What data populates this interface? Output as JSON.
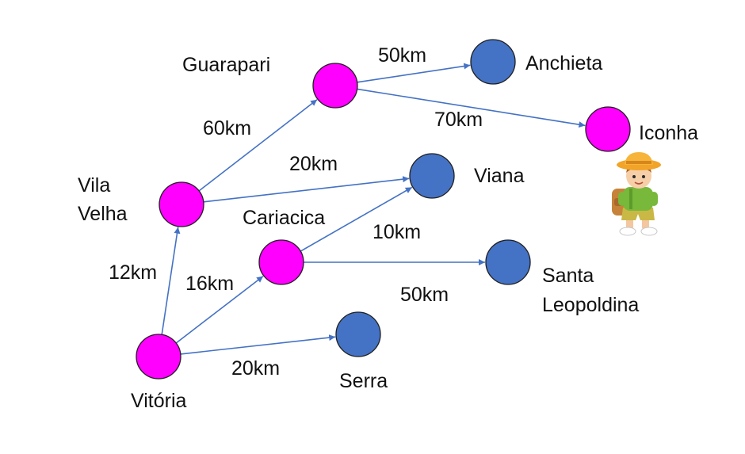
{
  "colors": {
    "visited": "#FF00FF",
    "unvisited": "#4472C4",
    "edge": "#4472C4"
  },
  "nodes": [
    {
      "id": "vitoria",
      "label_lines": [
        "Vitória"
      ],
      "status": "visited"
    },
    {
      "id": "vila_velha",
      "label_lines": [
        "Vila",
        "Velha"
      ],
      "status": "visited"
    },
    {
      "id": "cariacica",
      "label_lines": [
        "Cariacica"
      ],
      "status": "visited"
    },
    {
      "id": "guarapari",
      "label_lines": [
        "Guarapari"
      ],
      "status": "visited"
    },
    {
      "id": "iconha",
      "label_lines": [
        "Iconha"
      ],
      "status": "visited"
    },
    {
      "id": "anchieta",
      "label_lines": [
        "Anchieta"
      ],
      "status": "unvisited"
    },
    {
      "id": "viana",
      "label_lines": [
        "Viana"
      ],
      "status": "unvisited"
    },
    {
      "id": "santa_leopoldina",
      "label_lines": [
        "Santa",
        "Leopoldina"
      ],
      "status": "unvisited"
    },
    {
      "id": "serra",
      "label_lines": [
        "Serra"
      ],
      "status": "unvisited"
    }
  ],
  "edges": [
    {
      "from": "vitoria",
      "to": "vila_velha",
      "label": "12km"
    },
    {
      "from": "vitoria",
      "to": "cariacica",
      "label": "16km"
    },
    {
      "from": "vitoria",
      "to": "serra",
      "label": "20km"
    },
    {
      "from": "vila_velha",
      "to": "guarapari",
      "label": "60km"
    },
    {
      "from": "vila_velha",
      "to": "viana",
      "label": "20km"
    },
    {
      "from": "cariacica",
      "to": "viana",
      "label": "10km"
    },
    {
      "from": "cariacica",
      "to": "santa_leopoldina",
      "label": "50km"
    },
    {
      "from": "guarapari",
      "to": "anchieta",
      "label": "50km"
    },
    {
      "from": "guarapari",
      "to": "iconha",
      "label": "70km"
    }
  ],
  "decoration": {
    "icon": "hiker-child-icon"
  }
}
